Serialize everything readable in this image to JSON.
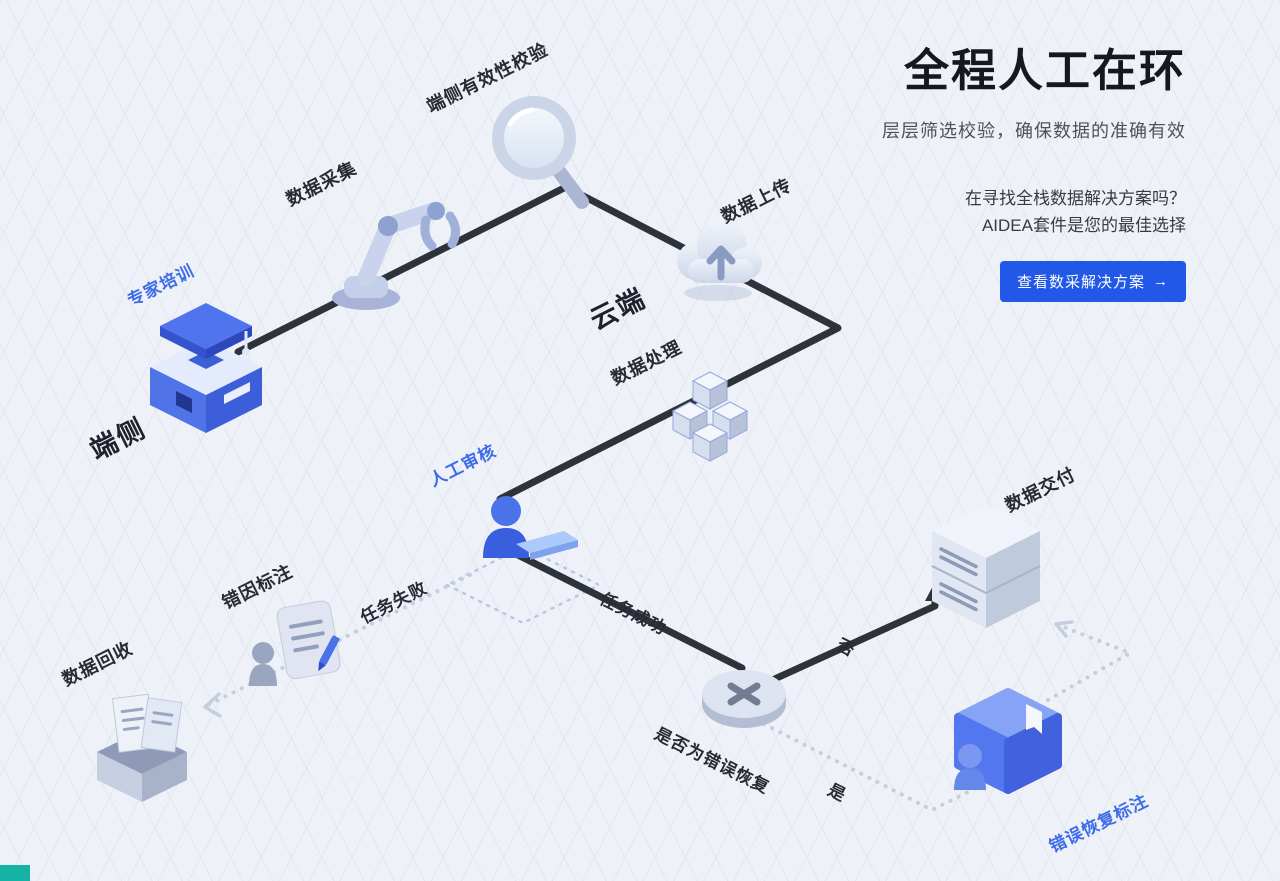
{
  "hero": {
    "title": "全程人工在环",
    "subtitle": "层层筛选校验，确保数据的准确有效",
    "pitch_line1": "在寻找全栈数据解决方案吗？",
    "pitch_line2": "AIDEA套件是您的最佳选择",
    "cta_label": "查看数采解决方案",
    "cta_arrow": "→"
  },
  "colors": {
    "accent_blue": "#2158e8",
    "highlight_label_blue": "#3d6ce8",
    "flow_line_dark": "#2d323b",
    "flow_line_dotted": "#c6cedd",
    "background": "#eef1f7",
    "corner_teal": "#16b3a4"
  },
  "diagram": {
    "zones": {
      "device": "端侧",
      "cloud": "云端"
    },
    "labels": {
      "expert_training": "专家培训",
      "data_collection": "数据采集",
      "edge_validation": "端侧有效性校验",
      "data_upload": "数据上传",
      "data_processing": "数据处理",
      "human_review": "人工审核",
      "task_failed": "任务失败",
      "task_success": "任务成功",
      "error_cause": "错因标注",
      "data_recycle": "数据回收",
      "decision": "是否为错误恢复",
      "no": "否",
      "yes": "是",
      "data_delivery": "数据交付",
      "error_recovery": "错误恢复标注"
    },
    "icons": {
      "expert_training": "graduation-cap-box-icon",
      "data_collection": "robot-arm-icon",
      "edge_validation": "magnifier-icon",
      "data_upload": "cloud-upload-icon",
      "data_processing": "cube-cluster-icon",
      "human_review": "person-laptop-icon",
      "decision": "x-cylinder-icon",
      "error_cause": "person-document-icon",
      "data_recycle": "archive-box-icon",
      "data_delivery": "server-stack-icon",
      "error_recovery": "person-book-icon"
    }
  }
}
